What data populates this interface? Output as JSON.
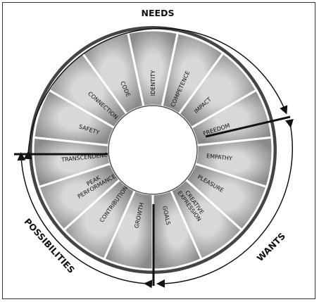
{
  "labels": {
    "needs": "NEEDS",
    "wants": "WANTS",
    "possibilities": "POSSIBILITIES"
  },
  "segments": [
    [
      "IDENTITY"
    ],
    [
      "COMPETENCE"
    ],
    [
      "IMPACT"
    ],
    [
      "FREEDOM"
    ],
    [
      "EMPATHY"
    ],
    [
      "PLEASURE"
    ],
    [
      "CREATIVE",
      "EXPRESSION"
    ],
    [
      "GOALS"
    ],
    [
      "GROWTH"
    ],
    [
      "CONTRIBUTION"
    ],
    [
      "PEAK",
      "PERFORMANCE"
    ],
    [
      "TRANSCENDENCE"
    ],
    [
      "SAFETY"
    ],
    [
      "CONNECTION"
    ],
    [
      "CODE"
    ]
  ],
  "colors": {
    "segment_fill": "#9c9c9c",
    "segment_stroke": "#ffffff",
    "outer_ring": "#4a4a4a",
    "divider": "#111111"
  }
}
